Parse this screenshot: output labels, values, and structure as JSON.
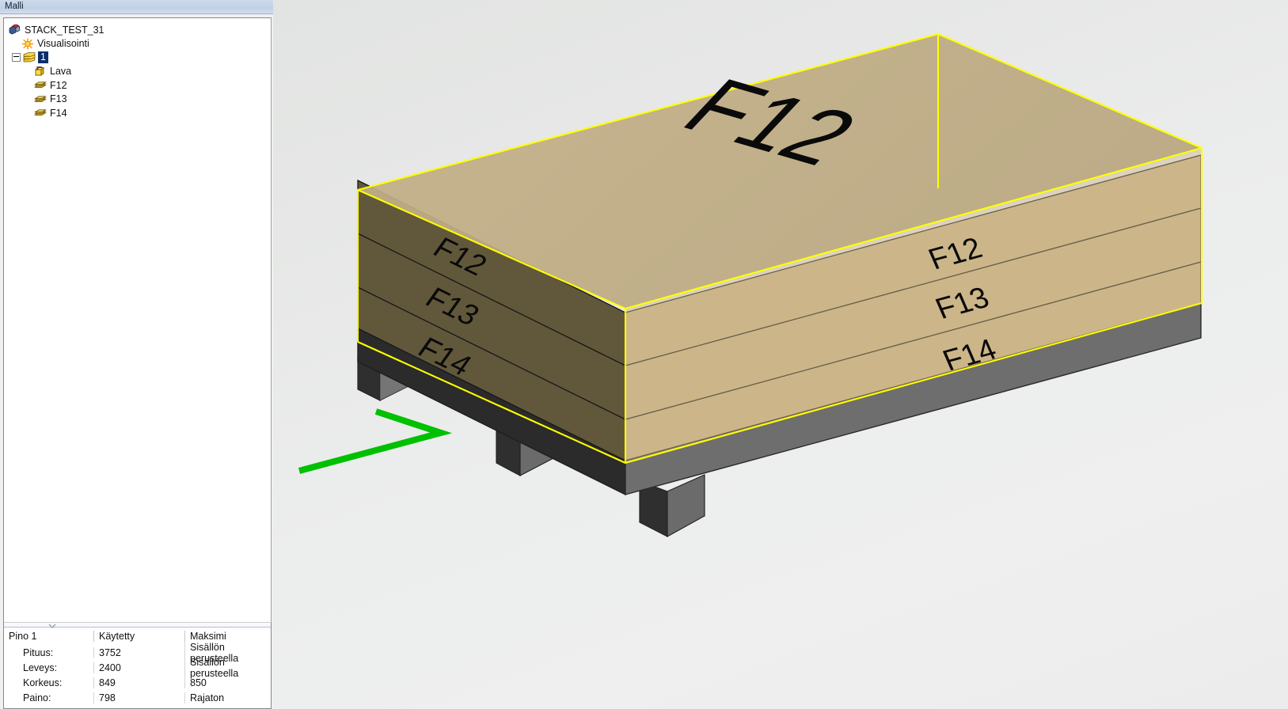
{
  "panel": {
    "title": "Malli",
    "tree": {
      "items": [
        {
          "label": "STACK_TEST_31",
          "icon": "model-icon",
          "level": 0,
          "expander": false,
          "selected": false
        },
        {
          "label": "Visualisointi",
          "icon": "sun-icon",
          "level": 1,
          "expander": false,
          "selected": false
        },
        {
          "label": "1",
          "icon": "stack-icon",
          "level": 0,
          "expander": true,
          "selected": true
        },
        {
          "label": "Lava",
          "icon": "pallet-icon",
          "level": 2,
          "expander": false,
          "selected": false
        },
        {
          "label": "F12",
          "icon": "layer-icon",
          "level": 2,
          "expander": false,
          "selected": false
        },
        {
          "label": "F13",
          "icon": "layer-icon",
          "level": 2,
          "expander": false,
          "selected": false
        },
        {
          "label": "F14",
          "icon": "layer-icon",
          "level": 2,
          "expander": false,
          "selected": false
        }
      ]
    },
    "summary": {
      "headers": [
        "Pino 1",
        "Käytetty",
        "Maksimi"
      ],
      "rows": [
        {
          "label": "Pituus:",
          "used": "3752",
          "max": "Sisällön perusteella"
        },
        {
          "label": "Leveys:",
          "used": "2400",
          "max": "Sisällön perusteella"
        },
        {
          "label": "Korkeus:",
          "used": "849",
          "max": "850"
        },
        {
          "label": "Paino:",
          "used": "798",
          "max": "Rajaton"
        }
      ]
    }
  },
  "viewport": {
    "selection_color": "#ffff00",
    "arrow_color": "#00c000",
    "labels": {
      "top_face": "F12",
      "left_faces": [
        "F12",
        "F13",
        "F14"
      ],
      "right_faces": [
        "F12",
        "F13",
        "F14"
      ]
    }
  }
}
